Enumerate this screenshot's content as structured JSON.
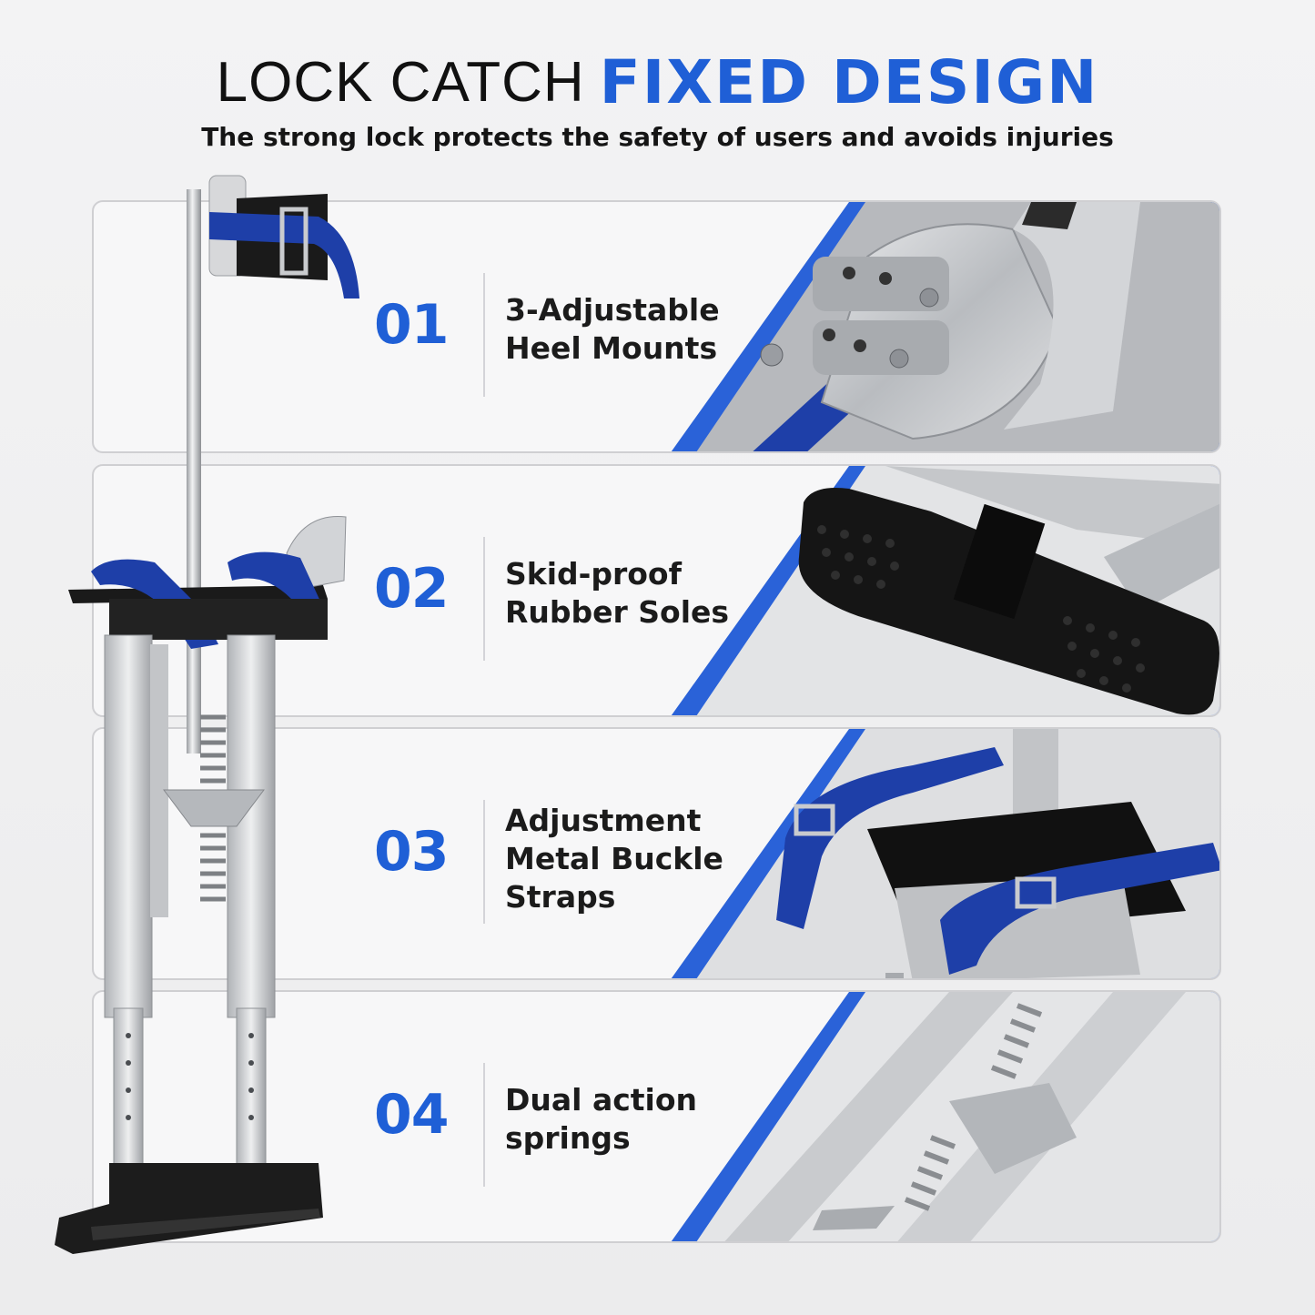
{
  "headline": {
    "part1": "LOCK CATCH",
    "part2": "FIXED DESIGN",
    "subtitle": "The strong lock protects the safety of users and avoids injuries"
  },
  "colors": {
    "accent_blue": "#1f5fd6",
    "strap_blue": "#1e3fa8",
    "text_dark": "#111111",
    "card_border": "#cfcfd2",
    "metal": "#c8cacd"
  },
  "features": [
    {
      "number": "01",
      "label": "3-Adjustable\nHeel Mounts"
    },
    {
      "number": "02",
      "label": "Skid-proof\nRubber Soles"
    },
    {
      "number": "03",
      "label": "Adjustment\nMetal Buckle\nStraps"
    },
    {
      "number": "04",
      "label": "Dual action\nsprings"
    }
  ]
}
